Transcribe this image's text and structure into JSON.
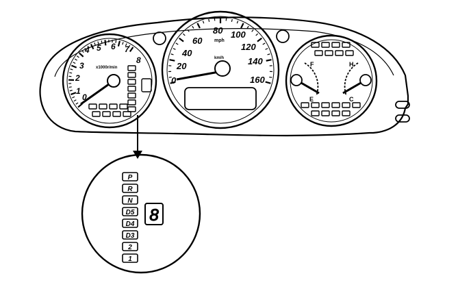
{
  "tachometer": {
    "numbers": [
      "0",
      "1",
      "2",
      "3",
      "4",
      "5",
      "6",
      "7",
      "8"
    ],
    "unit": "x1000r/min"
  },
  "speedometer": {
    "numbers": [
      "0",
      "20",
      "40",
      "60",
      "80",
      "100",
      "120",
      "140",
      "160"
    ],
    "unit_mph": "mph",
    "unit_kmh": "km/h"
  },
  "temp_gauge": {
    "hot": "H",
    "cold": "C"
  },
  "fuel_gauge": {
    "full": "F",
    "empty": "E"
  },
  "shift_indicator": {
    "positions": [
      "P",
      "R",
      "N",
      "D5",
      "D4",
      "D3",
      "2",
      "1"
    ],
    "display_char": "8"
  },
  "colors": {
    "ink": "#000000",
    "paper": "#ffffff"
  }
}
